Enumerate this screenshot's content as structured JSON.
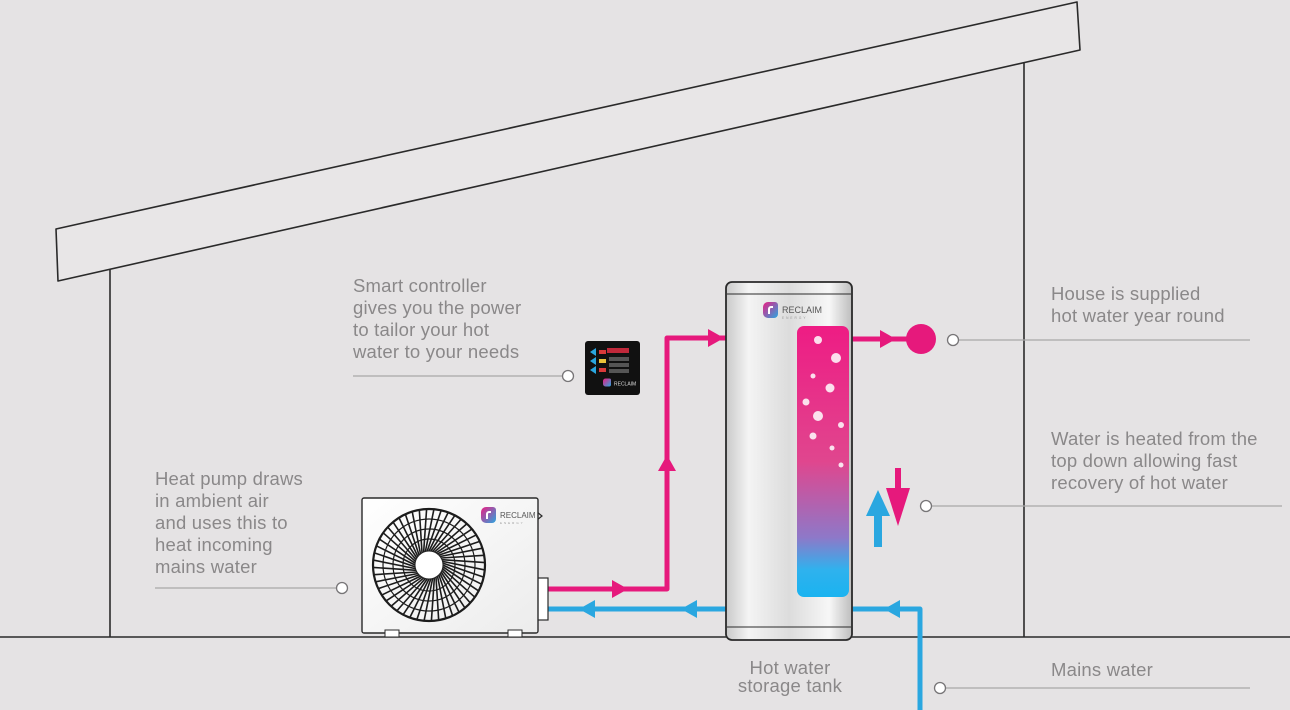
{
  "brand": {
    "name": "RECLAIM",
    "tagline": "ENERGY"
  },
  "colors": {
    "background": "#e5e3e4",
    "outline": "#2a2a2a",
    "hot_water": "#e6197c",
    "cold_water": "#2aa7e0",
    "label_text": "#8a8889",
    "leader_line": "#a9a7a8"
  },
  "labels": {
    "controller": {
      "lines": [
        "Smart controller",
        "gives you the power",
        "to tailor your hot",
        "water to your needs"
      ]
    },
    "heat_pump": {
      "lines": [
        "Heat pump draws",
        "in ambient air",
        "and uses this to",
        "heat incoming",
        "mains water"
      ]
    },
    "house_supply": {
      "lines": [
        "House is supplied",
        "hot water year round"
      ]
    },
    "heating": {
      "lines": [
        "Water is heated from the",
        "top down allowing fast",
        "recovery of hot water"
      ]
    },
    "tank": {
      "lines": [
        "Hot water",
        "storage tank"
      ]
    },
    "mains": {
      "lines": [
        "Mains water"
      ]
    }
  }
}
